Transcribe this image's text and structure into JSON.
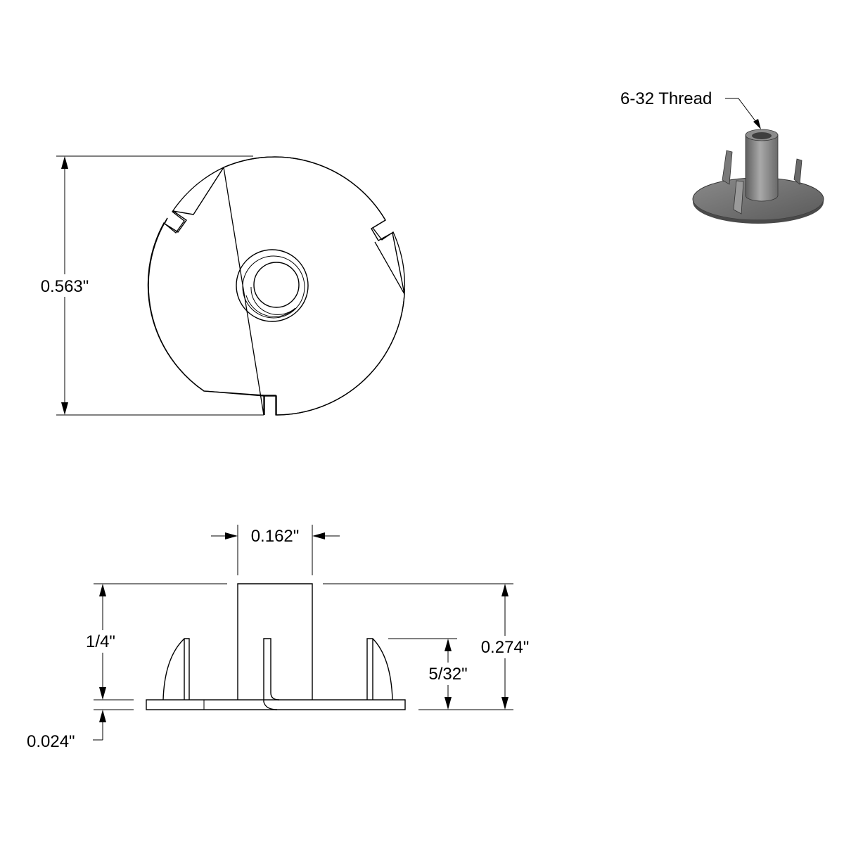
{
  "dimensions": {
    "overall_diameter": "0.563\"",
    "barrel_diameter": "0.162\"",
    "barrel_height": "1/4\"",
    "overall_height": "0.274\"",
    "prong_height": "5/32\"",
    "flange_thickness": "0.024\""
  },
  "callout": {
    "thread": "6-32 Thread"
  },
  "colors": {
    "line": "#000000",
    "metal_dark": "#6b6b6b",
    "metal_light": "#b9b9b9"
  }
}
